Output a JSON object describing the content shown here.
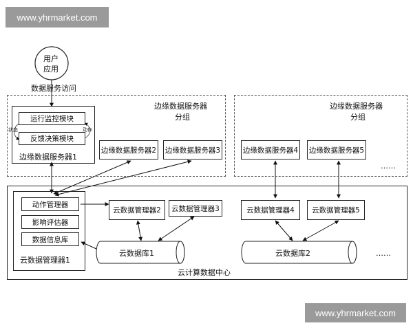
{
  "watermark_top": "www.yhrmarket.com",
  "watermark_bottom": "www.yhrmarket.com",
  "user_app": {
    "line1": "用户",
    "line2": "应用"
  },
  "data_service_access": "数据服务访问",
  "edge_group_1": {
    "title_line1": "边缘数据服务器",
    "title_line2": "分组",
    "server1": {
      "run_monitor": "运行监控模块",
      "feedback": "反馈决策模块",
      "state_label": "状态",
      "action_label": "动作",
      "name": "边缘数据服务器1"
    },
    "server2": "边缘数据服务器2",
    "server3": "边缘数据服务器3"
  },
  "edge_group_2": {
    "title_line1": "边缘数据服务器",
    "title_line2": "分组",
    "server4": "边缘数据服务器4",
    "server5": "边缘数据服务器5",
    "ellipsis": "……"
  },
  "cloud_center": {
    "label": "云计算数据中心",
    "manager1": {
      "action_manager": "动作管理器",
      "impact_evaluator": "影响评估器",
      "data_repository": "数据信息库",
      "name": "云数据管理器1"
    },
    "manager2": "云数据管理器2",
    "manager3": "云数据管理器3",
    "manager4": "云数据管理器4",
    "manager5": "云数据管理器5",
    "db1": "云数据库1",
    "db2": "云数据库2",
    "ellipsis": "……"
  }
}
